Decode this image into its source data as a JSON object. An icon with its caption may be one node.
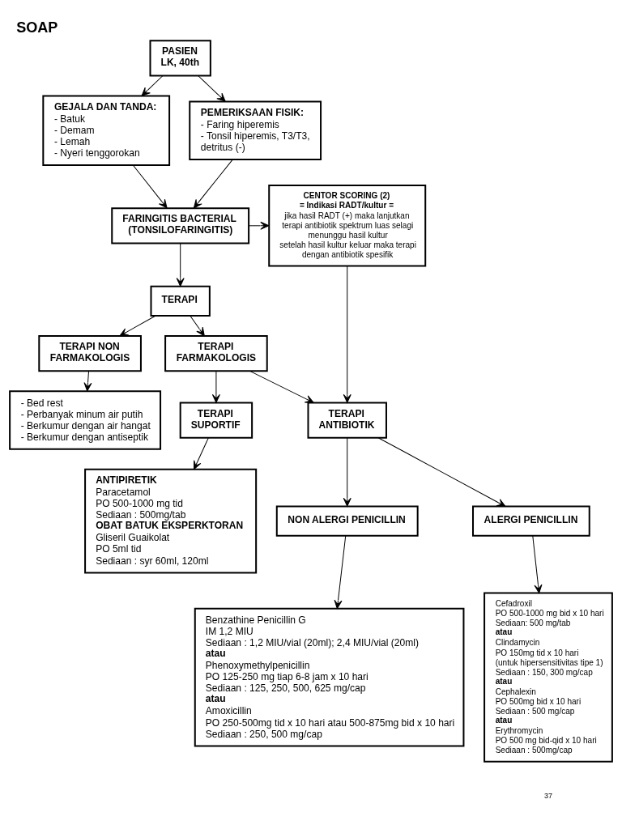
{
  "diagram": {
    "title": "SOAP",
    "nodes": [
      {
        "text": [
          "PASIEN",
          "LK, 40th"
        ]
      },
      {
        "text": [
          "GEJALA DAN TANDA:",
          "- Batuk",
          "- Demam",
          "- Lemah",
          "- Nyeri tenggorokan"
        ]
      },
      {
        "text": [
          "PEMERIKSAAN FISIK:",
          "- Faring hiperemis",
          "- Tonsil hiperemis, T3/T3, detritus (-)"
        ]
      },
      {
        "text": [
          "FARINGITIS BACTERIAL (TONSILOFARINGITIS)"
        ]
      },
      {
        "text": [
          "CENTOR SCORING (2)",
          "= Indikasi RADT/kultur =",
          "jika hasil RADT (+) maka lanjutkan terapi antibiotik spektrum luas selagi menunggu hasil kultur",
          "setelah hasil kultur keluar maka terapi dengan antibiotik spesifik"
        ]
      },
      {
        "text": [
          "TERAPI"
        ]
      },
      {
        "text": [
          "TERAPI NON FARMAKOLOGIS"
        ]
      },
      {
        "text": [
          "TERAPI FARMAKOLOGIS"
        ]
      },
      {
        "text": [
          "- Bed rest",
          "- Perbanyak minum air putih",
          "- Berkumur dengan air hangat",
          "- Berkumur dengan antiseptik"
        ]
      },
      {
        "text": [
          "TERAPI SUPORTIF"
        ]
      },
      {
        "text": [
          "TERAPI ANTIBIOTIK"
        ]
      },
      {
        "text": [
          "ANTIPIRETIK",
          "Paracetamol",
          "PO 500-1000 mg tid",
          "Sediaan : 500mg/tab",
          "OBAT BATUK EKSPERKTORAN",
          "Gliseril Guaikolat",
          "PO 5ml tid",
          "Sediaan : syr 60ml, 120ml"
        ]
      },
      {
        "text": [
          "NON ALERGI PENICILLIN"
        ]
      },
      {
        "text": [
          "ALERGI PENICILLIN"
        ]
      },
      {
        "text": [
          "Benzathine Penicillin G",
          "IM 1,2 MIU",
          "Sediaan : 1,2 MIU/vial (20ml); 2,4 MIU/vial (20ml)",
          "atau",
          "Phenoxymethylpenicillin",
          "PO 125-250 mg tiap 6-8 jam x 10 hari",
          "Sediaan : 125, 250, 500, 625 mg/cap",
          "atau",
          "Amoxicillin",
          "PO 250-500mg tid x 10 hari atau 500-875mg bid x 10 hari",
          "Sediaan : 250, 500 mg/cap"
        ]
      },
      {
        "text": [
          "Cefadroxil",
          "PO 500-1000 mg bid x 10 hari",
          "Sediaan: 500 mg/tab",
          "atau",
          "Clindamycin",
          "PO 150mg tid x 10 hari",
          "(untuk hipersensitivitas tipe 1)",
          "Sediaan : 150, 300 mg/cap",
          "atau",
          "Cephalexin",
          "PO 500mg bid x 10 hari",
          "Sediaan : 500 mg/cap",
          "atau",
          "Erythromycin",
          "PO 500 mg bid-qid x 10 hari",
          "Sediaan : 500mg/cap"
        ]
      }
    ],
    "edges": [
      {
        "from": 0,
        "to": 1,
        "arrow": "to"
      },
      {
        "from": 0,
        "to": 2,
        "arrow": "to"
      },
      {
        "from": 1,
        "to": 3,
        "arrow": "to"
      },
      {
        "from": 2,
        "to": 3,
        "arrow": "to"
      },
      {
        "from": 3,
        "to": 4,
        "arrow": "to"
      },
      {
        "from": 3,
        "to": 5,
        "arrow": "to"
      },
      {
        "from": 5,
        "to": 6,
        "arrow": "to"
      },
      {
        "from": 5,
        "to": 7,
        "arrow": "to"
      },
      {
        "from": 6,
        "to": 8,
        "arrow": "to"
      },
      {
        "from": 4,
        "to": 10,
        "arrow": "to"
      },
      {
        "from": 7,
        "to": 9,
        "arrow": "to"
      },
      {
        "from": 7,
        "to": 10,
        "arrow": "to"
      },
      {
        "from": 9,
        "to": 11,
        "arrow": "to"
      },
      {
        "from": 10,
        "to": 12,
        "arrow": "to"
      },
      {
        "from": 10,
        "to": 13,
        "arrow": "to"
      },
      {
        "from": 12,
        "to": 14,
        "arrow": "to"
      },
      {
        "from": 13,
        "to": 15,
        "arrow": "to"
      }
    ],
    "labels": [
      "37"
    ]
  }
}
